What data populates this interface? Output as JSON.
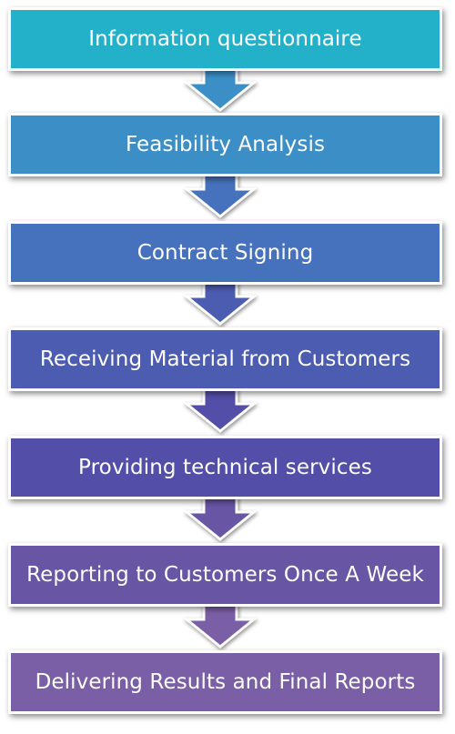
{
  "steps": [
    {
      "label": "Information questionnaire",
      "color": "#23b1ca"
    },
    {
      "label": "Feasibility Analysis",
      "color": "#3b8fc6"
    },
    {
      "label": "Contract Signing",
      "color": "#4671bd"
    },
    {
      "label": "Receiving Material from Customers",
      "color": "#4c5cb0"
    },
    {
      "label": "Providing technical services",
      "color": "#534ea8"
    },
    {
      "label": "Reporting to Customers Once A Week",
      "color": "#6855a4"
    },
    {
      "label": "Delivering Results and Final Reports",
      "color": "#7b5fa6"
    }
  ]
}
